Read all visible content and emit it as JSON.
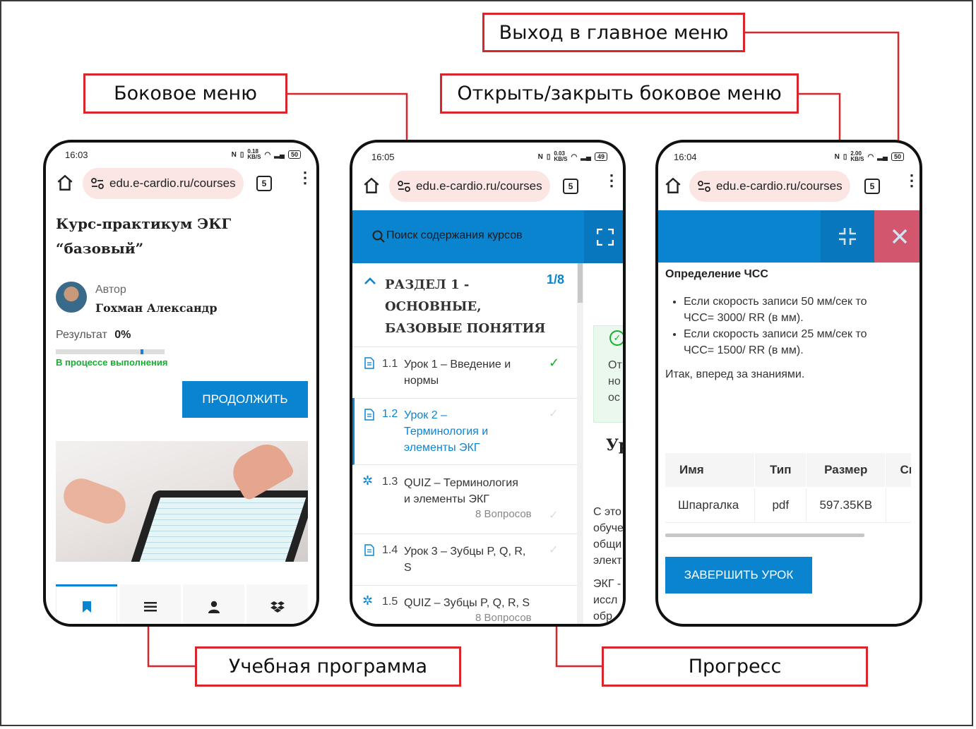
{
  "callouts": {
    "exit_main_menu": "Выход в главное меню",
    "side_menu": "Боковое меню",
    "toggle_side_menu": "Открыть/закрыть боковое меню",
    "curriculum": "Учебная программа",
    "progress": "Прогресс"
  },
  "colors": {
    "accent": "#0a84cf",
    "callout_border": "#d9262c",
    "close_bg": "#d1566e",
    "progress_text": "#13b02e",
    "url_pill": "#fbe6e4"
  },
  "phone1": {
    "status": {
      "time": "16:03",
      "speed": "0.18",
      "speed_unit": "KB/S",
      "battery": "50"
    },
    "url": "edu.e-cardio.ru/courses",
    "tabs": "5",
    "course_title_line1": "Курс-практикум ЭКГ",
    "course_title_line2": "“базовый”",
    "author_label": "Автор",
    "author_name": "Гохман Александр",
    "result_label": "Результат",
    "result_value": "0%",
    "status_text": "В процессе выполнения",
    "continue_button": "ПРОДОЛЖИТЬ",
    "bottom_nav": [
      {
        "icon": "bookmark-icon",
        "active": true
      },
      {
        "icon": "menu-icon",
        "active": false
      },
      {
        "icon": "user-icon",
        "active": false
      },
      {
        "icon": "dropbox-icon",
        "active": false
      }
    ]
  },
  "phone2": {
    "status": {
      "time": "16:05",
      "speed": "0.03",
      "speed_unit": "KB/S",
      "battery": "49"
    },
    "url": "edu.e-cardio.ru/courses",
    "tabs": "5",
    "search_placeholder": "Поиск содержания курсов",
    "section_title_1": "РАЗДЕЛ 1 -",
    "section_title_2": "ОСНОВНЫЕ,",
    "section_title_3": "БАЗОВЫЕ ПОНЯТИЯ",
    "section_progress": "1/8",
    "lessons": [
      {
        "num": "1.1",
        "line1": "Урок 1 – Введение и",
        "line2": "нормы",
        "line3": "",
        "meta": "",
        "icon": "document-icon",
        "done": true,
        "active": false
      },
      {
        "num": "1.2",
        "line1": "Урок 2 –",
        "line2": "Терминология и",
        "line3": "элементы ЭКГ",
        "meta": "",
        "icon": "document-icon",
        "done": false,
        "active": true
      },
      {
        "num": "1.3",
        "line1": "QUIZ – Терминология",
        "line2": "и элементы ЭКГ",
        "line3": "",
        "meta": "8 Вопросов",
        "icon": "puzzle-icon",
        "done": false,
        "active": false
      },
      {
        "num": "1.4",
        "line1": "Урок 3 – Зубцы P, Q, R,",
        "line2": "S",
        "line3": "",
        "meta": "",
        "icon": "document-icon",
        "done": false,
        "active": false
      },
      {
        "num": "1.5",
        "line1": "QUIZ – Зубцы P, Q, R, S",
        "line2": "",
        "line3": "",
        "meta": "8 Вопросов",
        "icon": "puzzle-icon",
        "done": false,
        "active": false
      }
    ],
    "peek": {
      "box_l1": "От",
      "box_l2": "но",
      "box_l3": "ос",
      "heading": "Ур",
      "t1": "С это",
      "t2": "обуче",
      "t3": "общи",
      "t4": "элект",
      "t5": "ЭКГ -",
      "t6": "иссл",
      "t7": "обр"
    }
  },
  "phone3": {
    "status": {
      "time": "16:04",
      "speed": "2.00",
      "speed_unit": "KB/S",
      "battery": "50"
    },
    "url": "edu.e-cardio.ru/courses",
    "tabs": "5",
    "heading": "Определение ЧСС",
    "bullet1_l1": "Если скорость записи 50 мм/сек то",
    "bullet1_l2": "ЧСС= 3000/ RR (в мм).",
    "bullet2_l1": "Если скорость записи 25 мм/сек то",
    "bullet2_l2": "ЧСС= 1500/ RR (в мм).",
    "outro": "Итак, вперед за знаниями.",
    "table": {
      "headers": [
        "Имя",
        "Тип",
        "Размер",
        "Ск"
      ],
      "row": [
        "Шпаргалка",
        "pdf",
        "597.35KB",
        ""
      ]
    },
    "complete_button": "ЗАВЕРШИТЬ УРОК"
  }
}
